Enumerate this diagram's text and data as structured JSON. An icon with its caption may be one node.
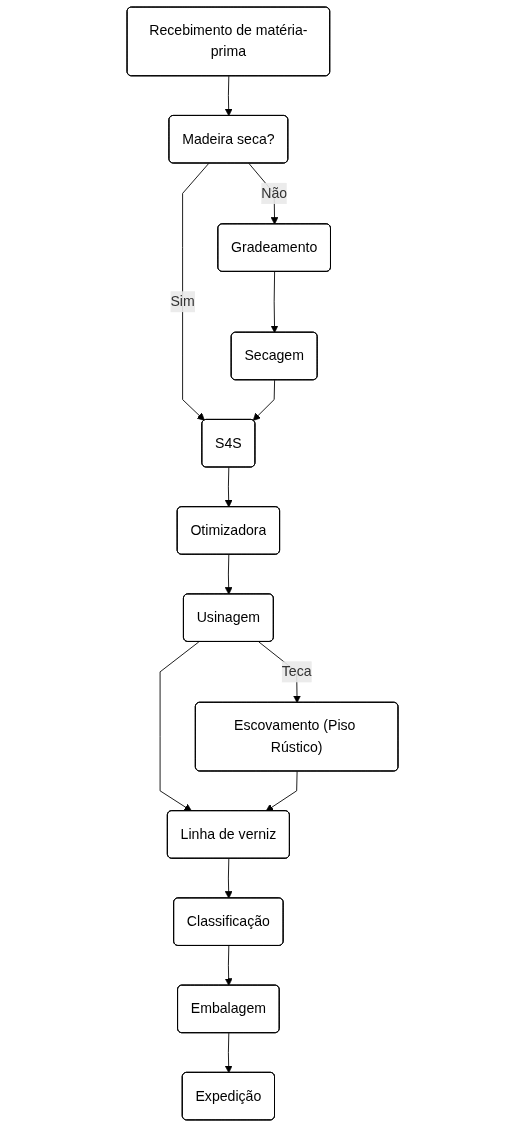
{
  "diagram": {
    "nodes": [
      {
        "text": [
          "Recebimento de matéria-prima"
        ]
      },
      {
        "text": [
          "Madeira seca?"
        ]
      },
      {
        "text": [
          "Gradeamento"
        ]
      },
      {
        "text": [
          "S4S"
        ]
      },
      {
        "text": [
          "Secagem"
        ]
      },
      {
        "text": [
          "Otimizadora"
        ]
      },
      {
        "text": [
          "Usinagem"
        ]
      },
      {
        "text": [
          "Escovamento (Piso Rústico)"
        ]
      },
      {
        "text": [
          "Linha de verniz"
        ]
      },
      {
        "text": [
          "Classificação"
        ]
      },
      {
        "text": [
          "Embalagem"
        ]
      },
      {
        "text": [
          "Expedição"
        ]
      }
    ],
    "edges": [
      {
        "from": 0,
        "to": 1,
        "arrow": "to"
      },
      {
        "from": 1,
        "to": 2,
        "arrow": "to",
        "label": "Não"
      },
      {
        "from": 1,
        "to": 3,
        "arrow": "to",
        "label": "Sim"
      },
      {
        "from": 2,
        "to": 4,
        "arrow": "to"
      },
      {
        "from": 4,
        "to": 3,
        "arrow": "to"
      },
      {
        "from": 3,
        "to": 5,
        "arrow": "to"
      },
      {
        "from": 5,
        "to": 6,
        "arrow": "to"
      },
      {
        "from": 6,
        "to": 7,
        "arrow": "to",
        "label": "Teca"
      },
      {
        "from": 6,
        "to": 8,
        "arrow": "to"
      },
      {
        "from": 7,
        "to": 8,
        "arrow": "to"
      },
      {
        "from": 8,
        "to": 9,
        "arrow": "to"
      },
      {
        "from": 9,
        "to": 10,
        "arrow": "to"
      },
      {
        "from": 10,
        "to": 11,
        "arrow": "to"
      }
    ]
  }
}
